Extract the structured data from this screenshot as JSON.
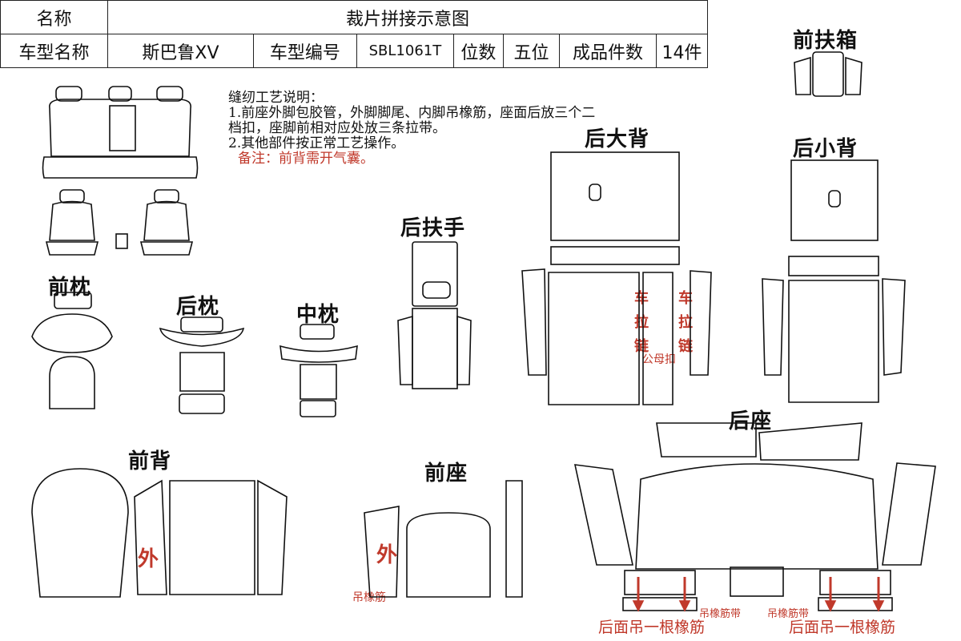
{
  "header": {
    "name_label": "名称",
    "name_value": "裁片拼接示意图",
    "model_label": "车型名称",
    "model_value": "斯巴鲁XV",
    "code_label": "车型编号",
    "code_value": "SBL1061T",
    "seats_label": "位数",
    "seats_value": "五位",
    "count_label": "成品件数",
    "count_value": "14件"
  },
  "notes": {
    "title": "缝纫工艺说明：",
    "line1": "1.前座外脚包胶管，外脚脚尾、内脚吊橡筋，座面后放三个二",
    "line1b": "档扣，座脚前相对应处放三条拉带。",
    "line2": "2.其他部件按正常工艺操作。",
    "remark": "备注：前背需开气囊。"
  },
  "labels": {
    "front_armrest_box": "前扶箱",
    "rear_big_back": "后大背",
    "rear_small_back": "后小背",
    "rear_armrest": "后扶手",
    "front_pillow": "前枕",
    "rear_pillow": "后枕",
    "mid_pillow": "中枕",
    "front_back": "前背",
    "front_seat": "前座",
    "rear_seat": "后座"
  },
  "annotations": {
    "zipper_left": "车拉链",
    "zipper_right": "车拉链",
    "male_female": "公母扣",
    "outer_1": "外",
    "outer_2": "外",
    "hang_elastic": "吊橡筋",
    "elastic_band_1": "吊橡筋带",
    "elastic_band_2": "吊橡筋带",
    "rear_hang_left": "后面吊一根橡筋",
    "rear_hang_right": "后面吊一根橡筋"
  },
  "colors": {
    "accent_red": "#c0392b",
    "line": "#111111"
  }
}
